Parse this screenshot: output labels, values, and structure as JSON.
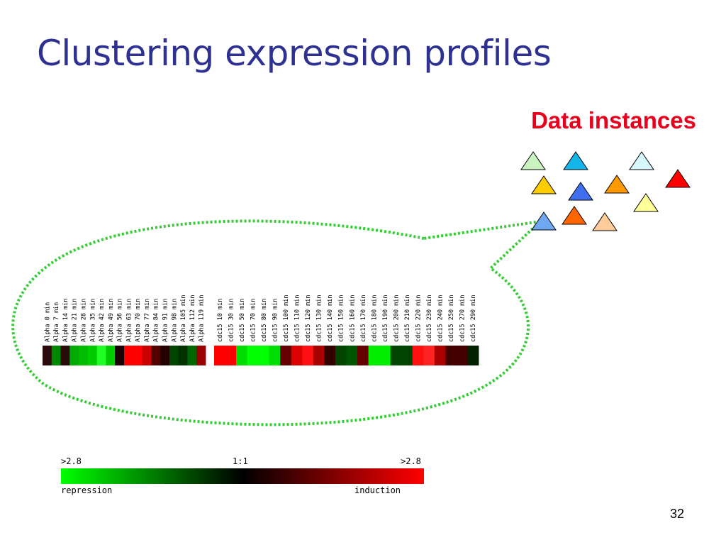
{
  "slide": {
    "title": "Clustering expression profiles",
    "callout": "Data instances",
    "page_number": "32"
  },
  "colors": {
    "title": "#2e3192",
    "callout": "#e8001c",
    "dotted_outline": "#33cc33"
  },
  "heatmap": {
    "groups": [
      {
        "name": "alpha",
        "labels": [
          "Alpha 0 min",
          "Alpha 7 min",
          "Alpha 14 min",
          "Alpha 21 min",
          "Alpha 28 min",
          "Alpha 35 min",
          "Alpha 42 min",
          "Alpha 49 min",
          "Alpha 56 min",
          "Alpha 63 min",
          "Alpha 70 min",
          "Alpha 77 min",
          "Alpha 84 min",
          "Alpha 91 min",
          "Alpha 98 min",
          "Alpha 105 min",
          "Alpha 112 min",
          "Alpha 119 min"
        ],
        "colors": [
          "#2a0a0a",
          "#008800",
          "#2a0a0a",
          "#00aa00",
          "#00bb00",
          "#00cc00",
          "#22ff22",
          "#00cc00",
          "#1a0000",
          "#ff0000",
          "#ff0000",
          "#cc0000",
          "#550000",
          "#220000",
          "#004400",
          "#003300",
          "#006600",
          "#990000"
        ]
      },
      {
        "name": "cdc15",
        "labels": [
          "cdc15 10 min",
          "cdc15 30 min",
          "cdc15 50 min",
          "cdc15 70 min",
          "cdc15 80 min",
          "cdc15 90 min",
          "cdc15 100 min",
          "cdc15 110 min",
          "cdc15 120 min",
          "cdc15 130 min",
          "cdc15 140 min",
          "cdc15 150 min",
          "cdc15 160 min",
          "cdc15 170 min",
          "cdc15 180 min",
          "cdc15 190 min",
          "cdc15 200 min",
          "cdc15 210 min",
          "cdc15 220 min",
          "cdc15 230 min",
          "cdc15 240 min",
          "cdc15 250 min",
          "cdc15 270 min",
          "cdc15 290 min"
        ],
        "colors": [
          "#ff0000",
          "#ff0000",
          "#00dd00",
          "#00ff00",
          "#00ff00",
          "#00dd00",
          "#660000",
          "#dd0000",
          "#ff1111",
          "#aa0000",
          "#330000",
          "#004400",
          "#005500",
          "#660000",
          "#00ee00",
          "#00ee00",
          "#004400",
          "#004400",
          "#ff1111",
          "#ff2222",
          "#aa0000",
          "#440000",
          "#440000",
          "#002200"
        ]
      }
    ]
  },
  "scale": {
    "left_value": ">2.8",
    "center_value": "1:1",
    "right_value": ">2.8",
    "left_label": "repression",
    "right_label": "induction",
    "gradient": [
      "#00ff00",
      "#000000",
      "#ff0000"
    ]
  },
  "triangles": [
    {
      "color": "#c9f2c0"
    },
    {
      "color": "#13b5ea"
    },
    {
      "color": "#d6f7fb"
    },
    {
      "color": "#ffcc00"
    },
    {
      "color": "#3f6fef"
    },
    {
      "color": "#ff9900"
    },
    {
      "color": "#ff0000"
    },
    {
      "color": "#ffff99"
    },
    {
      "color": "#6fa8f0"
    },
    {
      "color": "#ff6600"
    },
    {
      "color": "#ffcc99"
    }
  ]
}
